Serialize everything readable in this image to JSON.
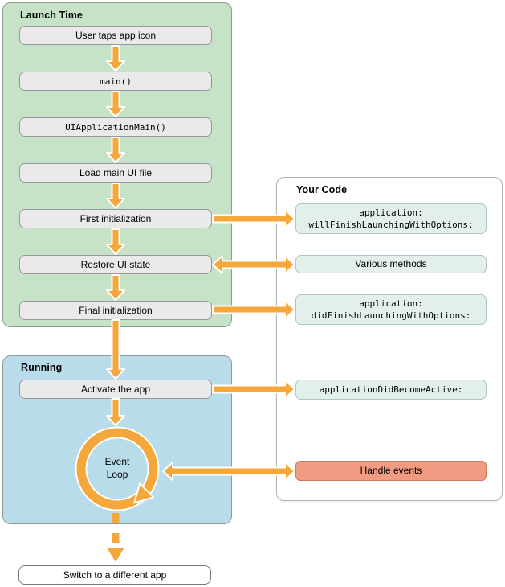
{
  "panels": {
    "launch_time": {
      "title": "Launch Time",
      "steps": [
        {
          "label": "User taps app icon"
        },
        {
          "label": "main()"
        },
        {
          "label": "UIApplicationMain()"
        },
        {
          "label": "Load main UI file"
        },
        {
          "label": "First initialization"
        },
        {
          "label": "Restore UI state"
        },
        {
          "label": "Final initialization"
        }
      ]
    },
    "running": {
      "title": "Running",
      "activate_label": "Activate the app",
      "event_loop": {
        "line1": "Event",
        "line2": "Loop"
      }
    },
    "your_code": {
      "title": "Your Code",
      "boxes": [
        {
          "line1": "application:",
          "line2": "willFinishLaunchingWithOptions:"
        },
        {
          "label": "Various methods"
        },
        {
          "line1": "application:",
          "line2": "didFinishLaunchingWithOptions:"
        },
        {
          "label": "applicationDidBecomeActive:"
        },
        {
          "label": "Handle events"
        }
      ]
    }
  },
  "footer": {
    "switch_label": "Switch to a different app"
  },
  "edges": [
    {
      "from": "User taps app icon",
      "to": "main()",
      "direction": "down",
      "style": "solid"
    },
    {
      "from": "main()",
      "to": "UIApplicationMain()",
      "direction": "down",
      "style": "solid"
    },
    {
      "from": "UIApplicationMain()",
      "to": "Load main UI file",
      "direction": "down",
      "style": "solid"
    },
    {
      "from": "Load main UI file",
      "to": "First initialization",
      "direction": "down",
      "style": "solid"
    },
    {
      "from": "First initialization",
      "to": "Restore UI state",
      "direction": "down",
      "style": "solid"
    },
    {
      "from": "Restore UI state",
      "to": "Final initialization",
      "direction": "down",
      "style": "solid"
    },
    {
      "from": "Final initialization",
      "to": "Activate the app",
      "direction": "down",
      "style": "solid"
    },
    {
      "from": "Activate the app",
      "to": "Event Loop",
      "direction": "down",
      "style": "solid"
    },
    {
      "from": "First initialization",
      "to": "application:willFinishLaunchingWithOptions:",
      "direction": "right",
      "style": "solid"
    },
    {
      "from": "Restore UI state",
      "to": "Various methods",
      "direction": "both",
      "style": "solid"
    },
    {
      "from": "Final initialization",
      "to": "application:didFinishLaunchingWithOptions:",
      "direction": "right",
      "style": "solid"
    },
    {
      "from": "Activate the app",
      "to": "applicationDidBecomeActive:",
      "direction": "right",
      "style": "solid"
    },
    {
      "from": "Event Loop",
      "to": "Handle events",
      "direction": "both",
      "style": "solid"
    },
    {
      "from": "Event Loop",
      "to": "Switch to a different app",
      "direction": "down",
      "style": "dashed"
    }
  ],
  "colors": {
    "canvas_bg": "#ffffff",
    "launch_panel_bg": "#c6e3c7",
    "running_panel_bg": "#b9dcea",
    "panel_border": "#8f9a91",
    "white_panel_border": "#b4b4b4",
    "step_box_bg": "#eaeaea",
    "step_box_border": "#98989a",
    "code_box_bg": "#e2efeb",
    "code_box_border": "#abc7c0",
    "handle_events_bg": "#f19b82",
    "handle_events_border": "#cd7a61",
    "arrow_orange": "#f6a73b",
    "text_color": "#000000",
    "switch_box_border": "#777777"
  }
}
